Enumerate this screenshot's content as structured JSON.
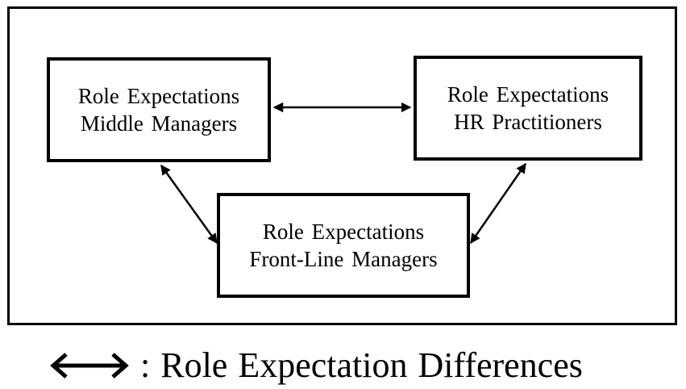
{
  "nodes": {
    "middle_managers": {
      "line1": "Role Expectations",
      "line2": "Middle Managers"
    },
    "hr_practitioners": {
      "line1": "Role Expectations",
      "line2": "HR Practitioners"
    },
    "front_line_managers": {
      "line1": "Role Expectations",
      "line2": "Front-Line Managers"
    }
  },
  "edges": [
    {
      "from": "middle_managers",
      "to": "hr_practitioners",
      "style": "double-arrow"
    },
    {
      "from": "middle_managers",
      "to": "front_line_managers",
      "style": "double-arrow"
    },
    {
      "from": "hr_practitioners",
      "to": "front_line_managers",
      "style": "double-arrow"
    }
  ],
  "legend": {
    "symbol": "double-arrow-icon",
    "text": ": Role Expectation Differences"
  },
  "colors": {
    "line": "#000000",
    "background": "#ffffff"
  }
}
